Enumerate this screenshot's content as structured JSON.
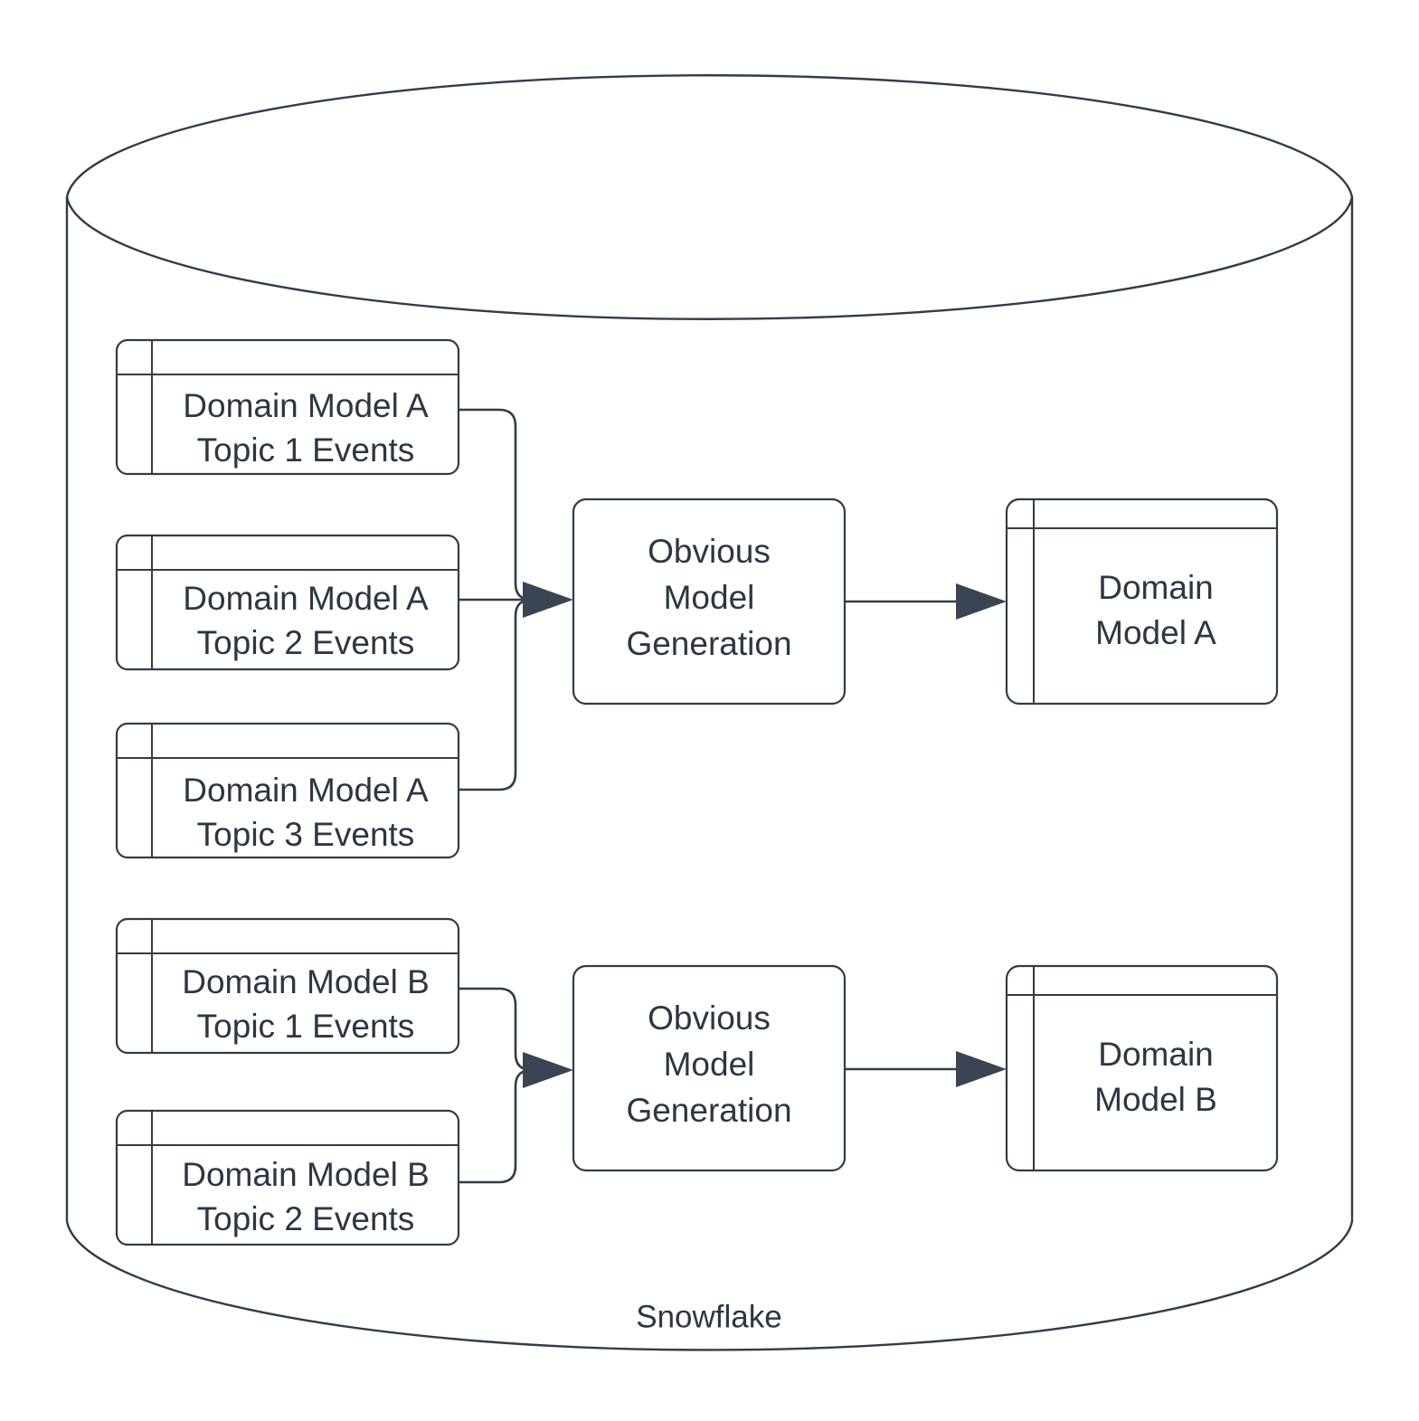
{
  "diagram": {
    "type": "flowchart",
    "container": {
      "shape": "cylinder",
      "label": "Snowflake",
      "label_position": "bottom-inside"
    },
    "groups": [
      {
        "id": "group-a",
        "sources": [
          {
            "id": "a-topic-1",
            "shape": "table",
            "line1": "Domain Model A",
            "line2": "Topic 1 Events"
          },
          {
            "id": "a-topic-2",
            "shape": "table",
            "line1": "Domain Model A",
            "line2": "Topic 2 Events"
          },
          {
            "id": "a-topic-3",
            "shape": "table",
            "line1": "Domain Model A",
            "line2": "Topic 3 Events"
          }
        ],
        "process": {
          "id": "process-a",
          "shape": "rounded-rect",
          "line1": "Obvious",
          "line2": "Model",
          "line3": "Generation"
        },
        "target": {
          "id": "domain-model-a",
          "shape": "table",
          "line1": "Domain",
          "line2": "Model A"
        }
      },
      {
        "id": "group-b",
        "sources": [
          {
            "id": "b-topic-1",
            "shape": "table",
            "line1": "Domain Model B",
            "line2": "Topic 1 Events"
          },
          {
            "id": "b-topic-2",
            "shape": "table",
            "line1": "Domain Model B",
            "line2": "Topic 2 Events"
          }
        ],
        "process": {
          "id": "process-b",
          "shape": "rounded-rect",
          "line1": "Obvious",
          "line2": "Model",
          "line3": "Generation"
        },
        "target": {
          "id": "domain-model-b",
          "shape": "table",
          "line1": "Domain",
          "line2": "Model B"
        }
      }
    ],
    "colors": {
      "stroke": "#333b48",
      "text": "#2d3642",
      "fill": "#ffffff",
      "arrow": "#3b4453"
    }
  }
}
